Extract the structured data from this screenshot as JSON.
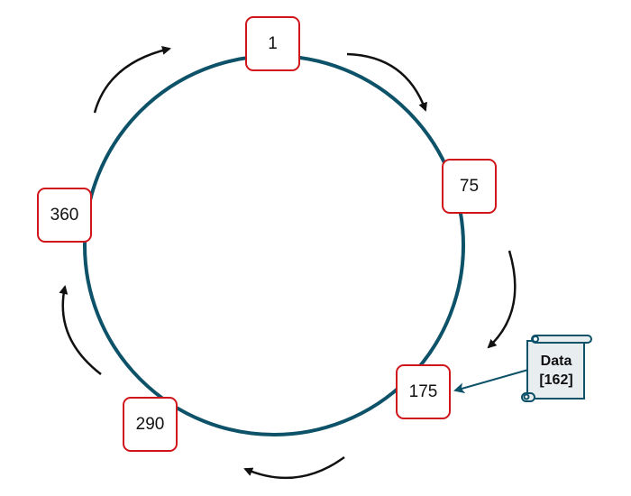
{
  "nodes": [
    {
      "label": "1"
    },
    {
      "label": "75"
    },
    {
      "label": "175"
    },
    {
      "label": "290"
    },
    {
      "label": "360"
    }
  ],
  "data_item": {
    "line1": "Data",
    "line2": "[162]"
  },
  "colors": {
    "ring": "#0d5268",
    "node_border": "#d0161b",
    "arrow": "#111111",
    "scroll_fill": "#e8edf0"
  }
}
